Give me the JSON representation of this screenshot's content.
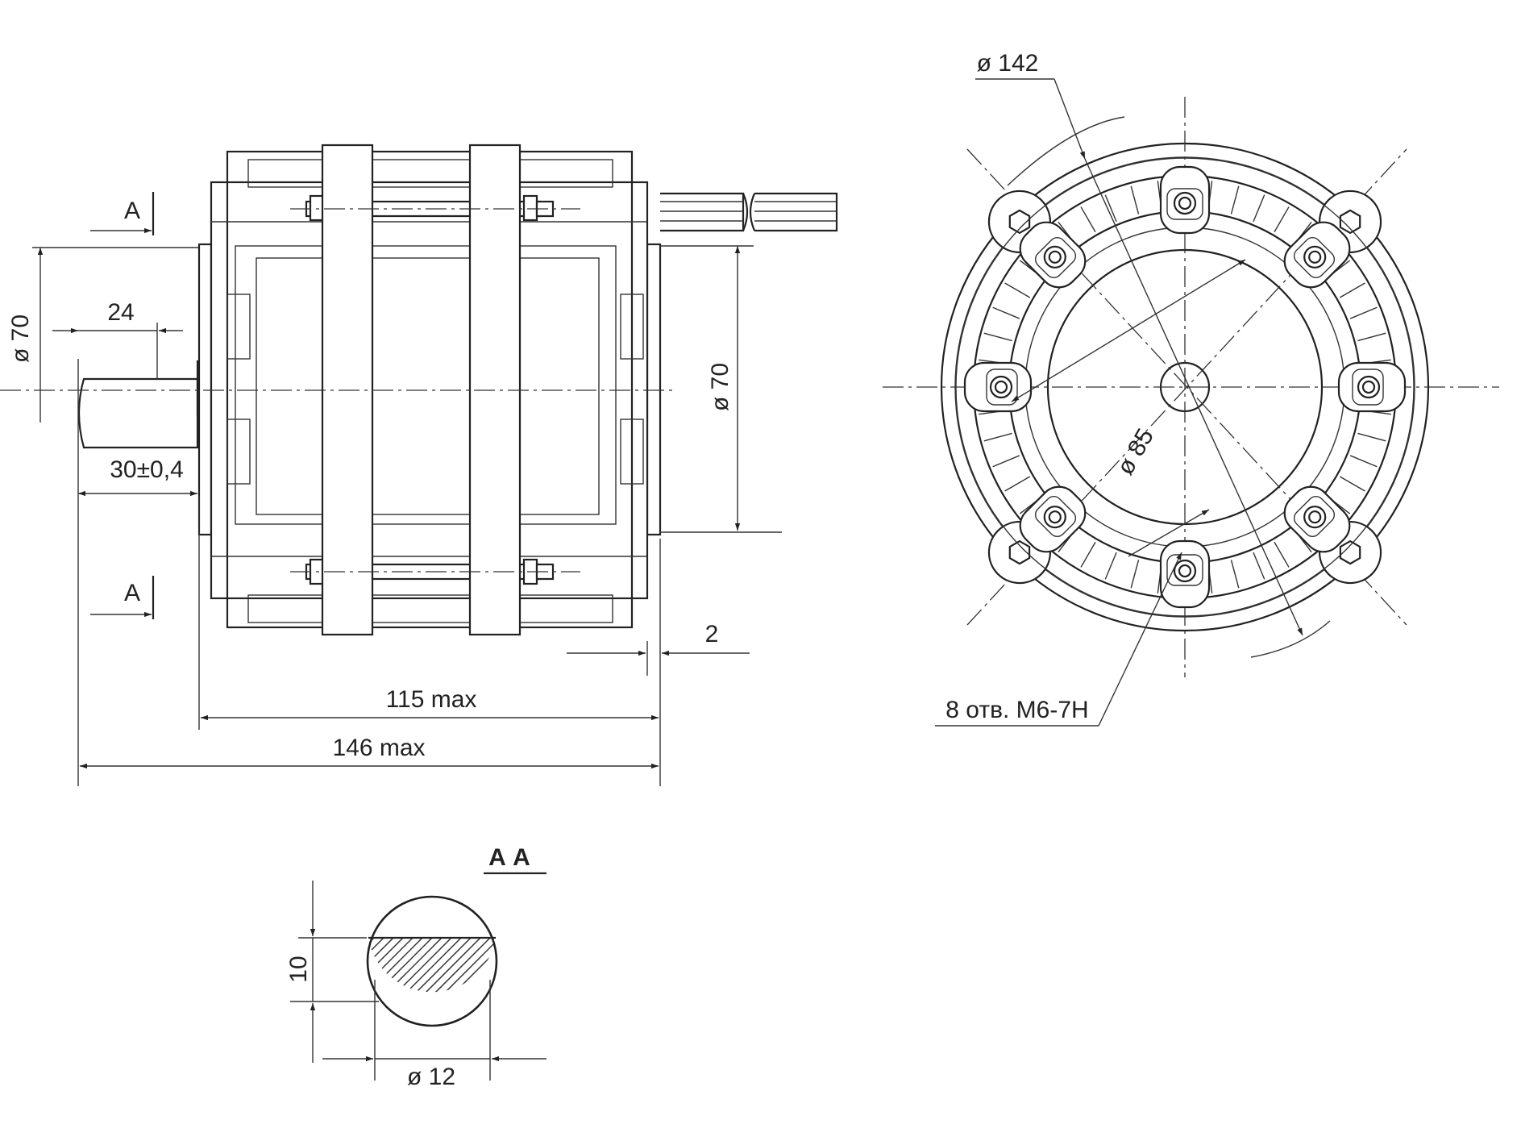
{
  "side_view": {
    "section_mark_top": "A",
    "section_mark_bottom": "A",
    "dia_70_left": "ø 70",
    "dim_24": "24",
    "dim_30": "30±0,4",
    "dia_70_right": "ø 70",
    "dim_2": "2",
    "dim_115": "115 max",
    "dim_146": "146 max"
  },
  "front_view": {
    "dia_142": "ø 142",
    "dia_85": "ø 85",
    "holes_note": "8 отв. М6-7Н",
    "hole_count": 8
  },
  "section_view": {
    "title": "А А",
    "dim_10": "10",
    "dia_12": "ø 12"
  },
  "colors": {
    "line": "#222222",
    "background": "#ffffff"
  }
}
